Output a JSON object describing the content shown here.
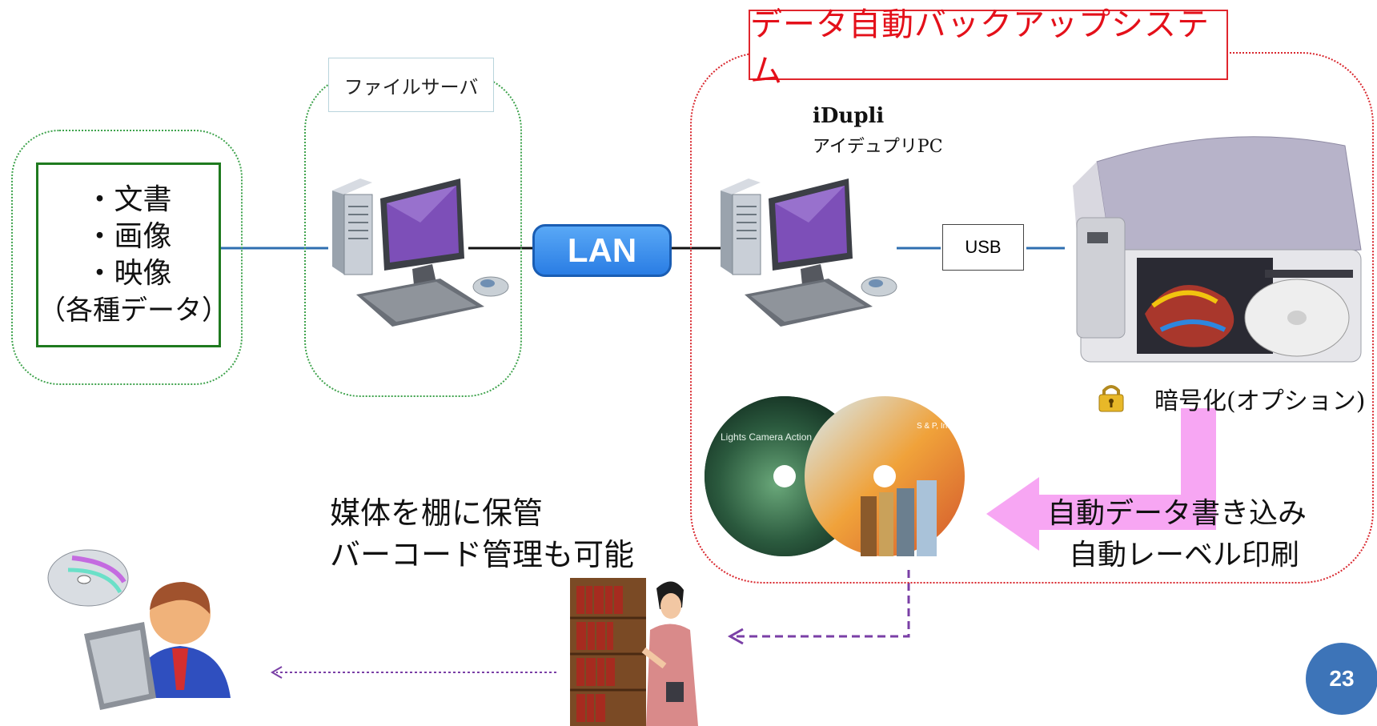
{
  "source_box": {
    "lines": [
      "・文書",
      "・画像",
      "・映像",
      "（各種データ）"
    ]
  },
  "file_server": {
    "label": "ファイルサーバ"
  },
  "lan": {
    "label": "LAN"
  },
  "system": {
    "title": "データ自動バックアップシステム",
    "pc_name": "iDupli",
    "pc_subtitle": "アイデュプリPC",
    "usb_label": "USB",
    "encryption_label": "暗号化(オプション)",
    "auto_write_label": "自動データ書き込み",
    "auto_print_label": "自動レーベル印刷"
  },
  "storage": {
    "line1": "媒体を棚に保管",
    "line2": "バーコード管理も可能"
  },
  "disc_labels": {
    "left": "Lights Camera Action",
    "right": "S & P, Inc."
  },
  "page_number": "23",
  "colors": {
    "line_blue": "#2f6fb0",
    "arrow_pink": "#f5a0f0",
    "arrow_purple": "#7a3fa6",
    "title_red": "#e4101a",
    "frame_green": "#1f7a1f"
  }
}
